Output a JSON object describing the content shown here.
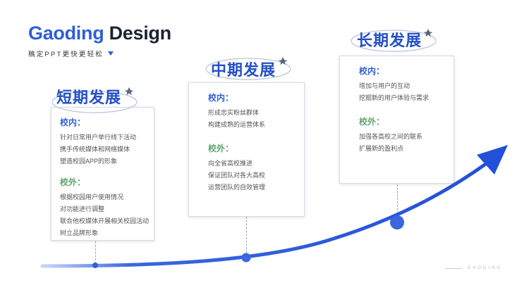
{
  "brand": {
    "title_part1": "Gaoding",
    "title_part2": " Design",
    "subtitle": "稿定PPT更快更轻松"
  },
  "phases": [
    {
      "title": "短期发展",
      "sections": [
        {
          "heading": "校内：",
          "items": [
            "针对日常用户举行线下活动",
            "携手传统媒体和网络媒体",
            "塑造校园APP的形象"
          ]
        },
        {
          "heading": "校外：",
          "items": [
            "根据校园用户使用情况",
            "对功能进行调整",
            "联合他校媒体开展相关校园活动",
            "树立品牌形象"
          ]
        }
      ]
    },
    {
      "title": "中期发展",
      "sections": [
        {
          "heading": "校内：",
          "items": [
            "形成忠实粉丝群体",
            "构建成熟的运营体系"
          ]
        },
        {
          "heading": "校外：",
          "items": [
            "向全省高校推进",
            "保证团队对各大高校",
            "运营团队的自效管理"
          ]
        }
      ]
    },
    {
      "title": "长期发展",
      "sections": [
        {
          "heading": "校内：",
          "items": [
            "增加与用户的互动",
            "挖掘新的用户体验与需求"
          ]
        },
        {
          "heading": "校外：",
          "items": [
            "加强各高校之间的联系",
            "扩展新的盈利点"
          ]
        }
      ]
    }
  ],
  "watermark": "GAODING",
  "colors": {
    "accent": "#2f5fd6",
    "green": "#5da36b",
    "title": "#2450c5"
  }
}
